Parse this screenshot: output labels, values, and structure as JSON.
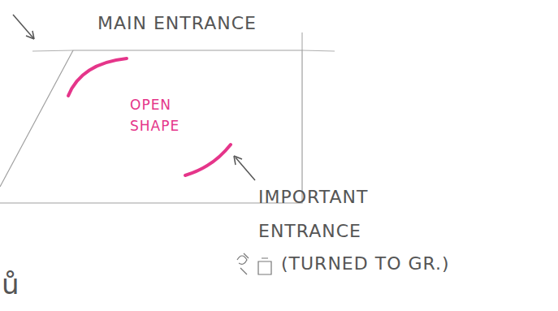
{
  "diagram": {
    "nodes": [
      {
        "text": [
          "OPEN SHAPE"
        ]
      }
    ],
    "labels": [
      "MAIN ENTRANCE",
      "IMPORTANT ENTRANCE",
      "(TURNED TO GR.)",
      "ů"
    ]
  }
}
